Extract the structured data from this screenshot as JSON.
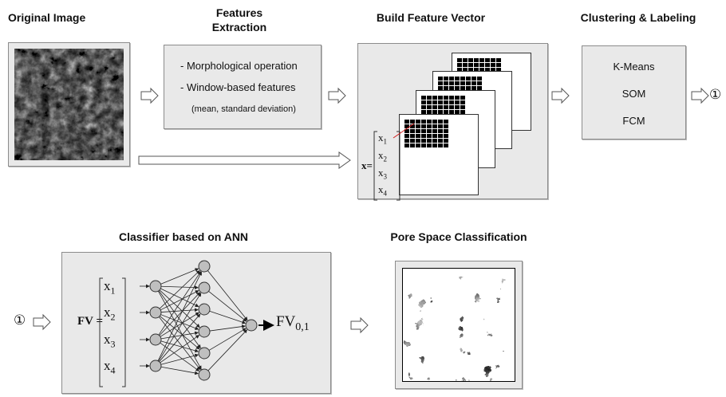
{
  "titles": {
    "original": "Original Image",
    "features_line1": "Features",
    "features_line2": "Extraction",
    "build": "Build Feature Vector",
    "clustering": "Clustering & Labeling",
    "classifier": "Classifier based on ANN",
    "pore": "Pore Space Classification"
  },
  "features_box": {
    "line1": "- Morphological operation",
    "line2": "- Window-based features",
    "line3": "(mean, standard deviation)"
  },
  "clustering_box": {
    "methods": [
      "K-Means",
      "SOM",
      "FCM"
    ]
  },
  "feature_vector": {
    "label": "x",
    "equals": "=",
    "elements": [
      "x",
      "x",
      "x",
      "x"
    ],
    "subscripts": [
      "1",
      "2",
      "3",
      "4"
    ]
  },
  "classifier": {
    "fv_label": "FV",
    "equals": "=",
    "output_label": "FV",
    "output_subscript": "0,1",
    "inputs": [
      "x",
      "x",
      "x",
      "x"
    ],
    "input_subscripts": [
      "1",
      "2",
      "3",
      "4"
    ]
  },
  "connector": {
    "symbol": "①"
  },
  "colors": {
    "panel": "#e9e9e9",
    "border": "#8c8c8c",
    "node": "#bfbfbf",
    "arrow_red": "#d11b1b"
  }
}
